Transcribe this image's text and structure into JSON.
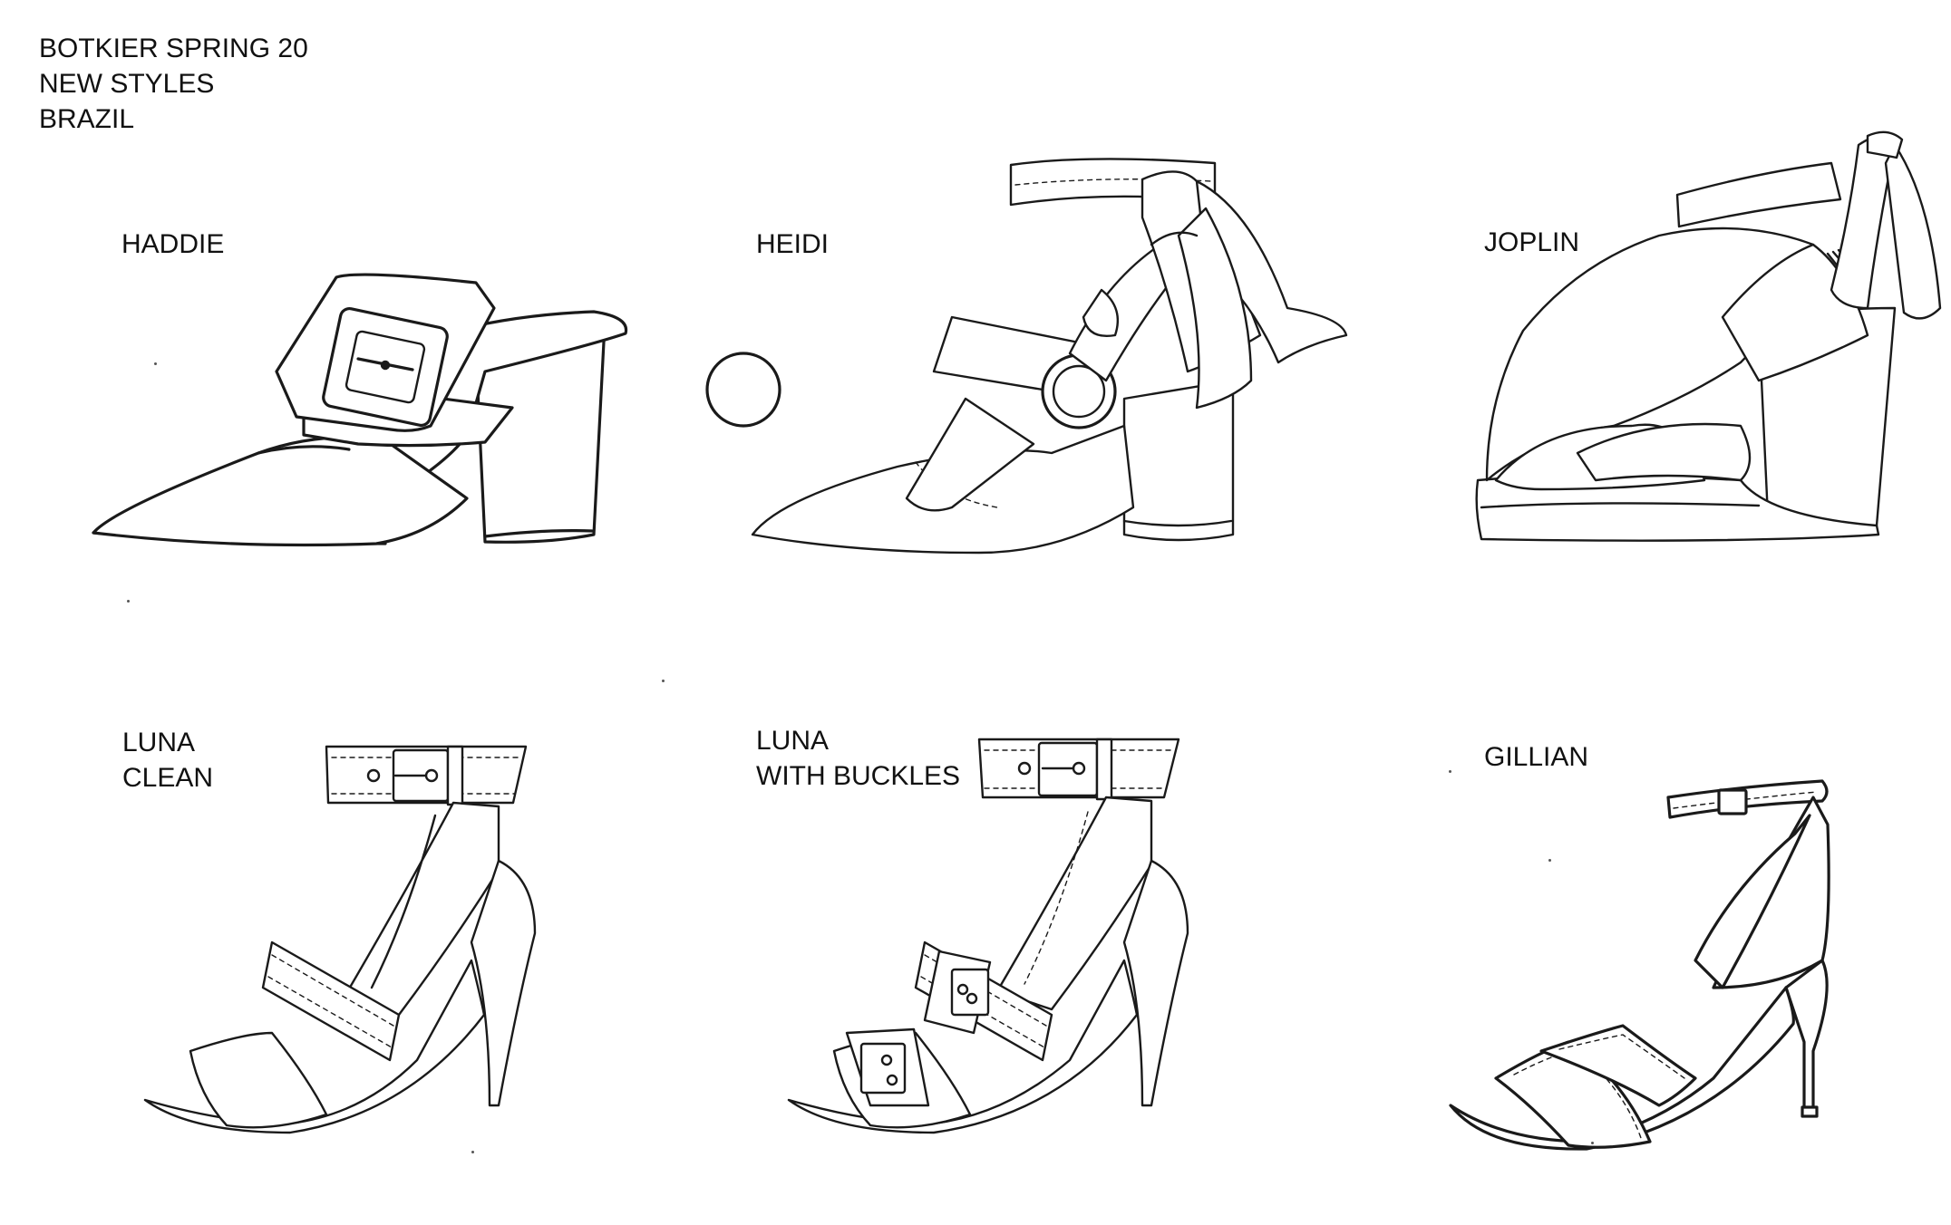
{
  "header": {
    "line1": "BOTKIER SPRING 20",
    "line2": "NEW STYLES",
    "line3": "BRAZIL"
  },
  "styles": [
    {
      "name_line1": "HADDIE"
    },
    {
      "name_line1": "HEIDI"
    },
    {
      "name_line1": "JOPLIN"
    },
    {
      "name_line1": "LUNA",
      "name_line2": "CLEAN"
    },
    {
      "name_line1": "LUNA",
      "name_line2": "WITH BUCKLES"
    },
    {
      "name_line1": "GILLIAN"
    }
  ],
  "colors": {
    "background": "#ffffff",
    "ink": "#1a1a1a"
  }
}
